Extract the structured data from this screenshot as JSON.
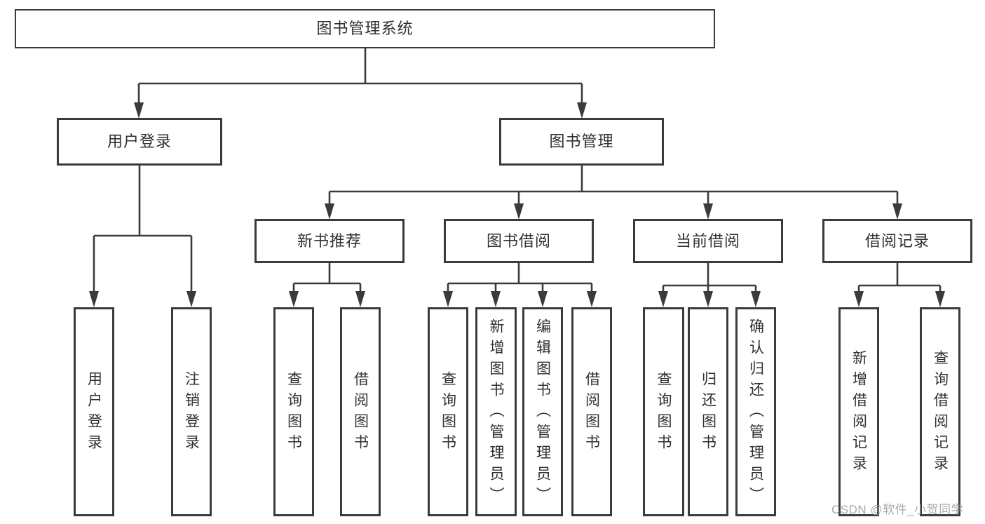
{
  "nodes": {
    "root": "图书管理系统",
    "userLogin": "用户登录",
    "bookManagement": "图书管理",
    "newBookRecommend": "新书推荐",
    "bookBorrowing": "图书借阅",
    "currentBorrowing": "当前借阅",
    "borrowingRecords": "借阅记录",
    "leafUserLogin": "用户登录",
    "leafLogout": "注销登录",
    "recommendQueryBooks": "查询图书",
    "recommendBorrowBooks": "借阅图书",
    "borrowQueryBooks": "查询图书",
    "borrowAddBooks": "新增图书（管理员）",
    "borrowEditBooks": "编辑图书（管理员）",
    "borrowBorrowBooks": "借阅图书",
    "currentQueryBooks": "查询图书",
    "currentReturnBooks": "归还图书",
    "currentConfirmReturn": "确认归还（管理员）",
    "recordAddRecord": "新增借阅记录",
    "recordQueryRecord": "查询借阅记录"
  },
  "watermark": "CSDN @软件_小贺同学",
  "colors": {
    "line": "#3b3b3b",
    "text": "#303030",
    "watermark": "#969696",
    "background": "#ffffff"
  }
}
